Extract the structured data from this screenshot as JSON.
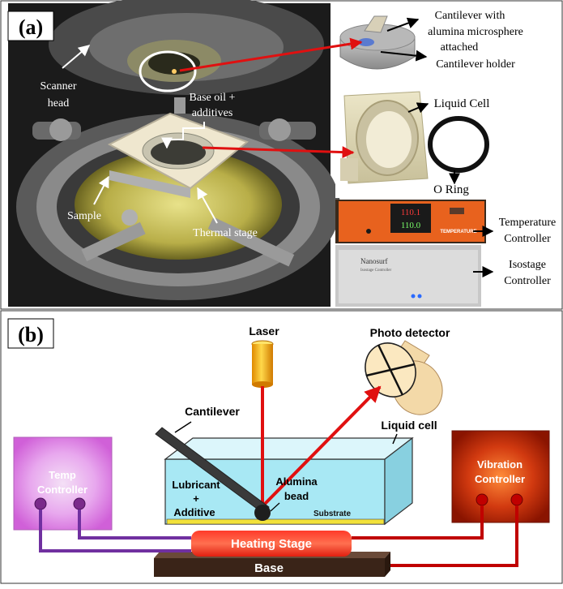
{
  "panel_a": {
    "label": "(a)",
    "callouts": {
      "scanner_head_1": "Scanner",
      "scanner_head_2": "head",
      "base_oil_1": "Base oil +",
      "base_oil_2": "additives",
      "sample": "Sample",
      "thermal_stage": "Thermal stage",
      "cantilever_1": "Cantilever with",
      "cantilever_2": "alumina microsphere",
      "cantilever_3": "attached",
      "cantilever_holder": "Cantilever holder",
      "liquid_cell": "Liquid Cell",
      "o_ring": "O Ring",
      "temperature_1": "Temperature",
      "temperature_2": "Controller",
      "isostage_1": "Isostage",
      "isostage_2": "Controller"
    },
    "device_text": {
      "temp_display_1": "110.1",
      "temp_display_2": "110.0",
      "temp_panel_label": "TEMPERATURE",
      "nanosurf": "Nanosurf",
      "isostage_small": "Isostage Controller"
    }
  },
  "panel_b": {
    "label": "(b)",
    "labels": {
      "laser": "Laser",
      "photo_detector": "Photo detector",
      "cantilever": "Cantilever",
      "liquid_cell": "Liquid cell",
      "temp_1": "Temp",
      "temp_2": "Controller",
      "vibration_1": "Vibration",
      "vibration_2": "Controller",
      "lubricant_1": "Lubricant",
      "lubricant_2": "+",
      "lubricant_3": "Additive",
      "alumina_1": "Alumina",
      "alumina_2": "bead",
      "substrate": "Substrate",
      "heating_stage": "Heating Stage",
      "base": "Base"
    }
  },
  "colors": {
    "laser_beam": "#e01010",
    "wire_purple": "#7030a0",
    "wire_red": "#c00000",
    "temp_box": "#e070e0",
    "vibration_box": "#b02000",
    "liquid": "#a8e8f4"
  }
}
